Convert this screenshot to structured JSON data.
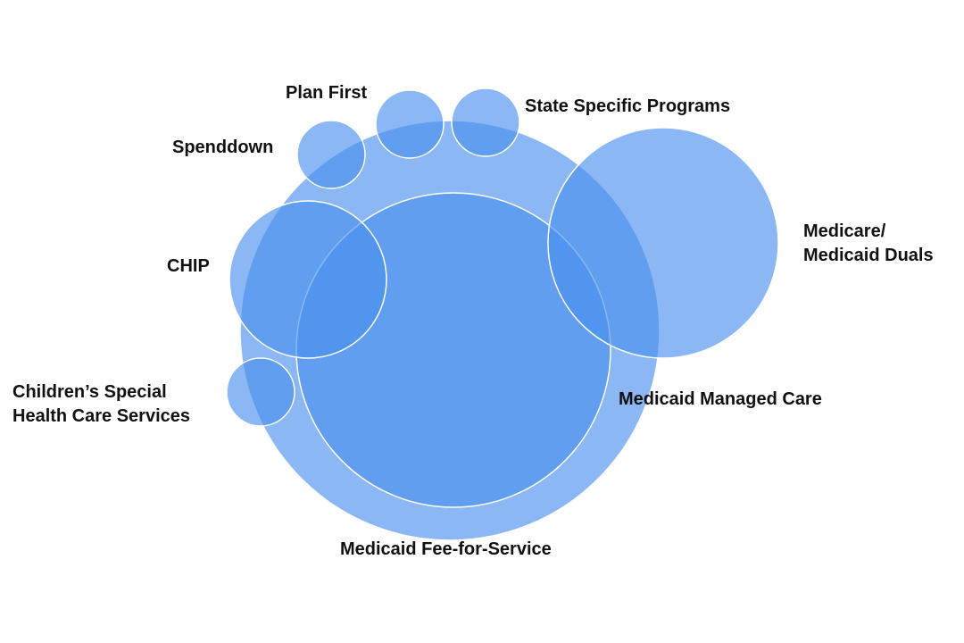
{
  "diagram": {
    "colors": {
      "circle_fill": "#4a90ee",
      "circle_stroke": "#ffffff"
    },
    "programs": [
      {
        "id": "managed-care",
        "label": "Medicaid Managed Care"
      },
      {
        "id": "fee-for-service",
        "label": "Medicaid Fee-for-Service"
      },
      {
        "id": "duals",
        "label": "Medicare/",
        "label2": "Medicaid Duals"
      },
      {
        "id": "chip",
        "label": "CHIP"
      },
      {
        "id": "spenddown",
        "label": "Spenddown"
      },
      {
        "id": "plan-first",
        "label": "Plan First"
      },
      {
        "id": "state-specific",
        "label": "State Specific Programs"
      },
      {
        "id": "cshcs",
        "label": "Children’s Special",
        "label2": "Health Care Services"
      }
    ]
  }
}
